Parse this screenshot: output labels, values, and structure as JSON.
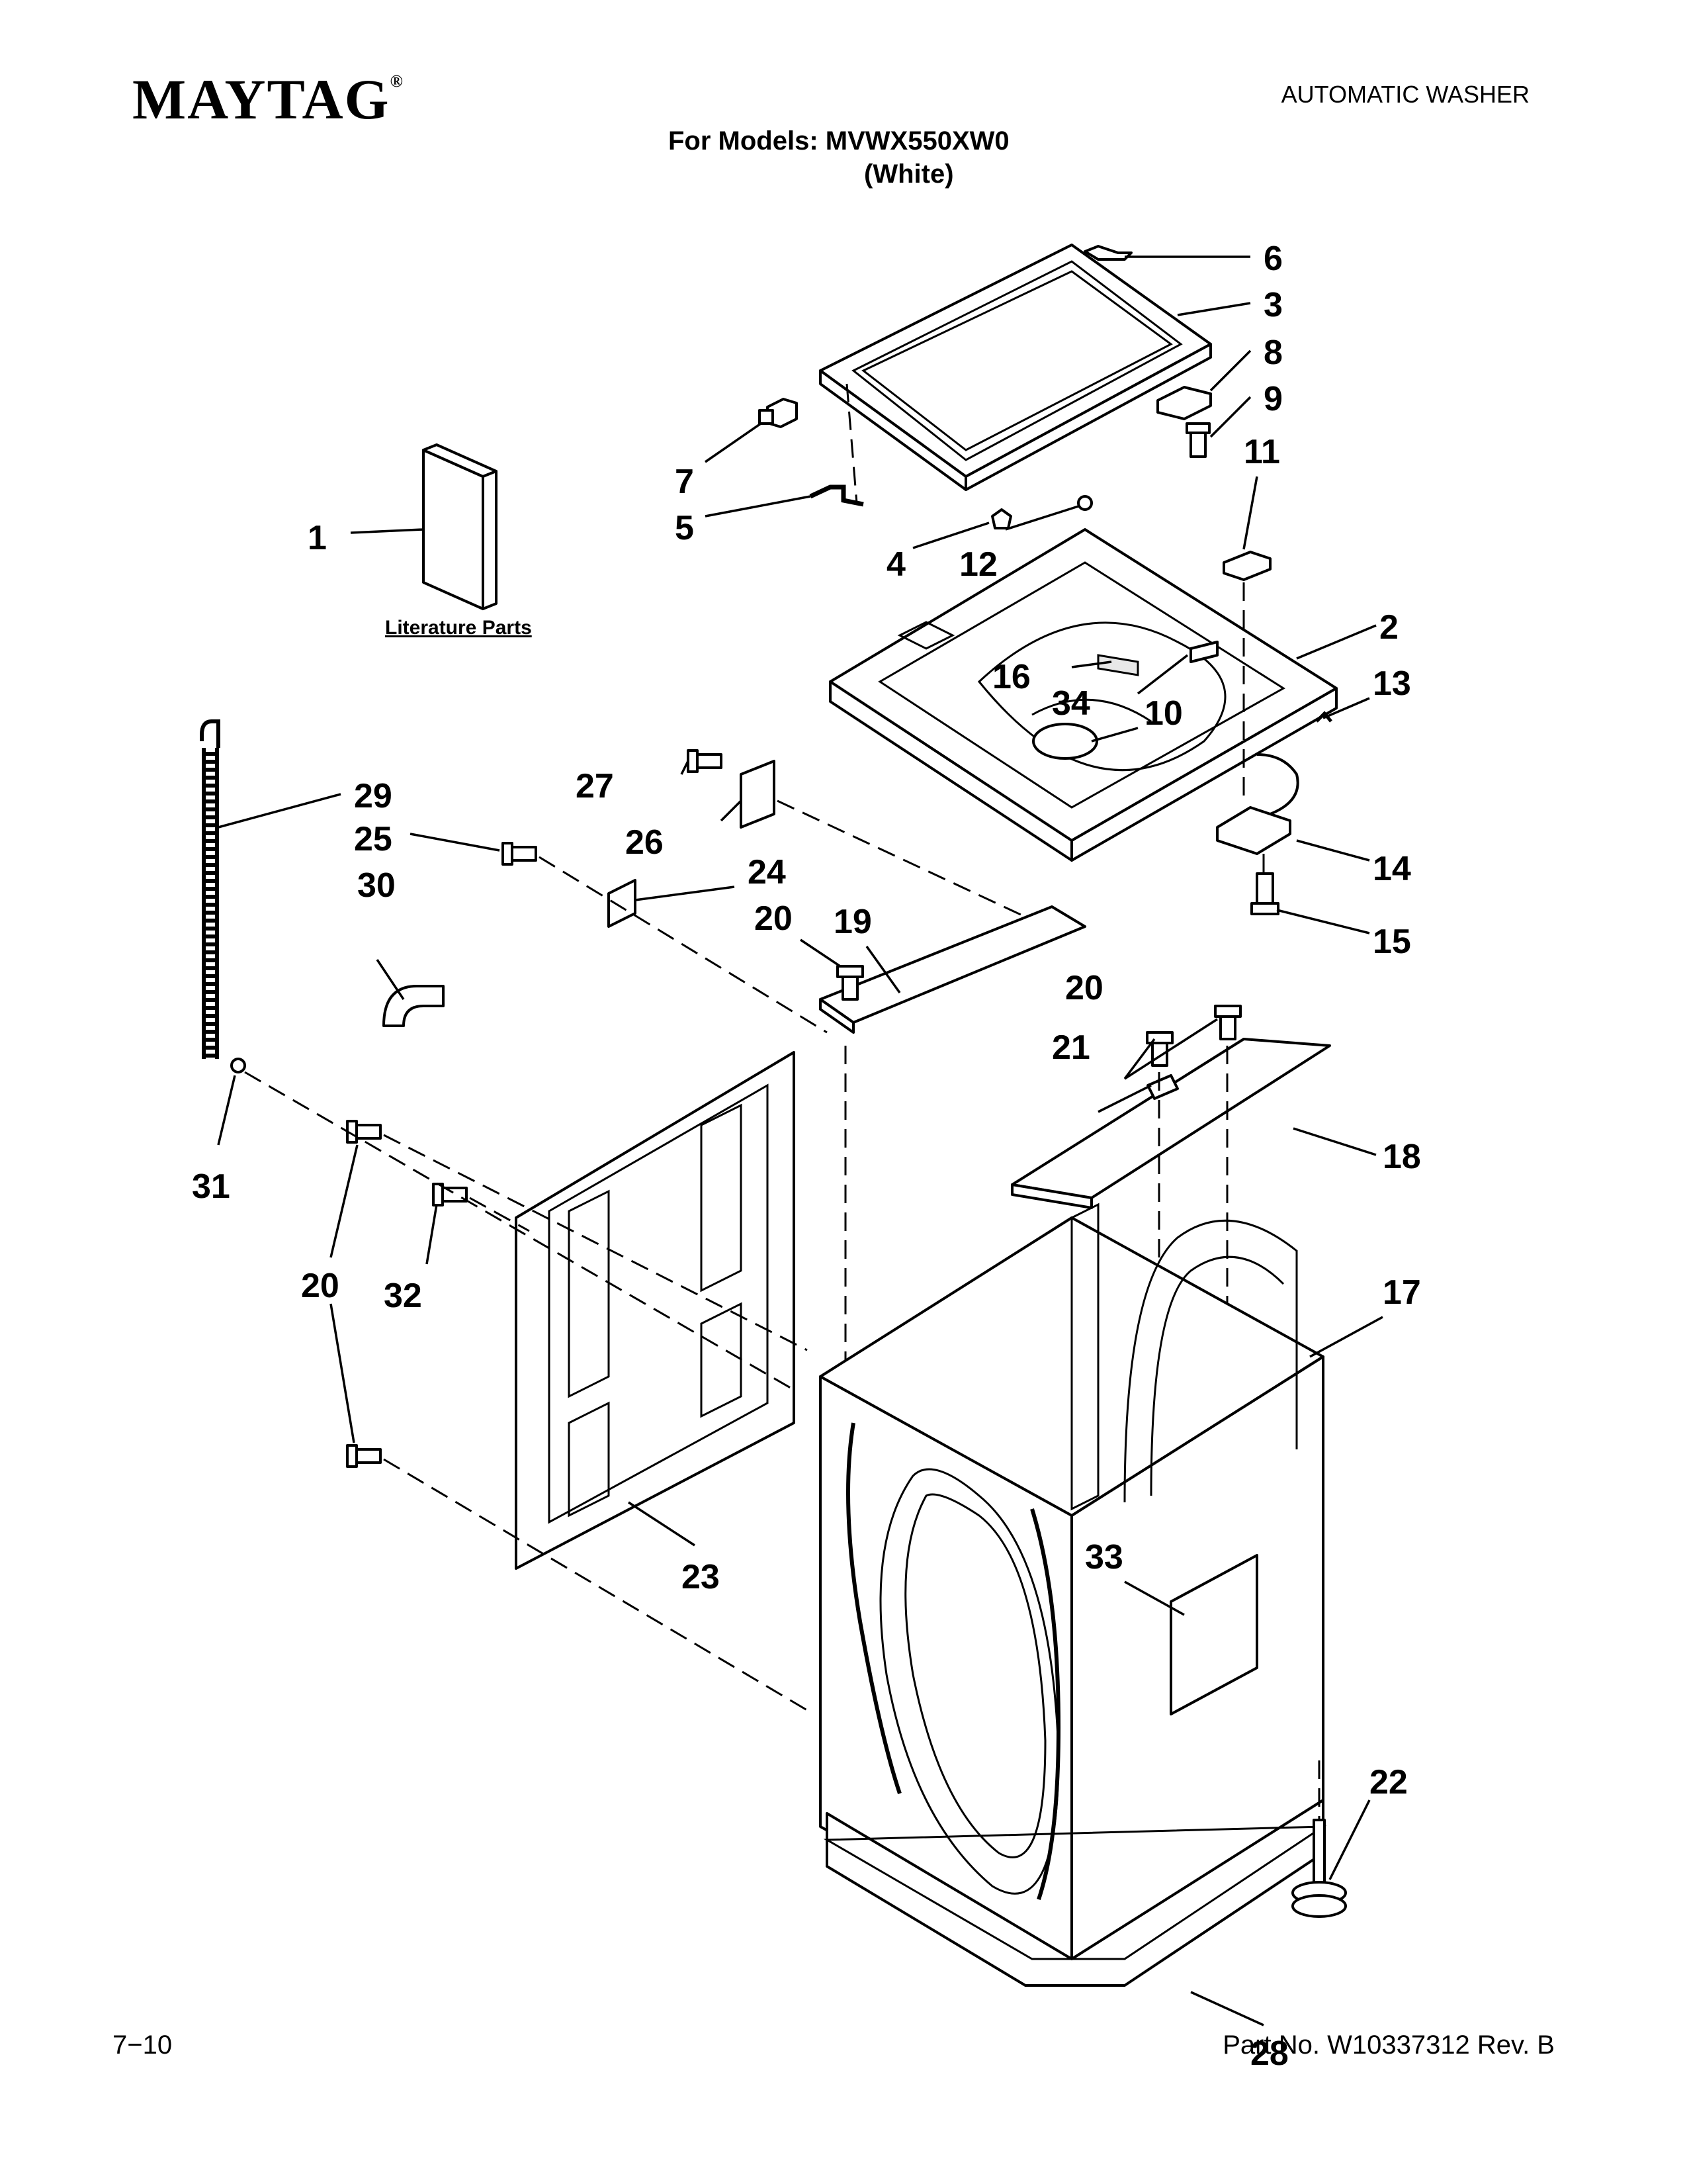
{
  "header": {
    "brand": "MAYTAG",
    "brand_mark": "®",
    "doc_type": "AUTOMATIC WASHER",
    "models_line": "For Models: MVWX550XW0",
    "color_line": "(White)"
  },
  "literature": {
    "label": "Literature Parts"
  },
  "callouts": {
    "c1": "1",
    "c2": "2",
    "c3": "3",
    "c4": "4",
    "c5": "5",
    "c6": "6",
    "c7": "7",
    "c8": "8",
    "c9": "9",
    "c10": "10",
    "c11": "11",
    "c12": "12",
    "c13": "13",
    "c14": "14",
    "c15": "15",
    "c16": "16",
    "c17": "17",
    "c18": "18",
    "c19": "19",
    "c20": "20",
    "c21": "21",
    "c22": "22",
    "c23": "23",
    "c24": "24",
    "c25": "25",
    "c26": "26",
    "c27": "27",
    "c28": "28",
    "c29": "29",
    "c30": "30",
    "c31": "31",
    "c32": "32",
    "c33": "33",
    "c34": "34"
  },
  "footer": {
    "date": "7−10",
    "part_no": "Part No. W10337312 Rev. B"
  }
}
